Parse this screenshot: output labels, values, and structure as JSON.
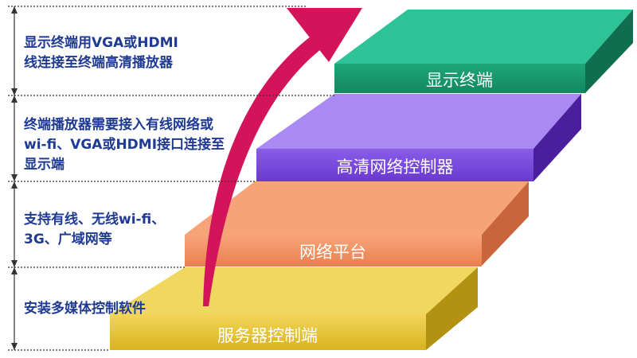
{
  "steps": [
    {
      "label": "服务器控制端",
      "color": "#e8c838"
    },
    {
      "label": "网络平台",
      "color": "#f49a6c"
    },
    {
      "label": "高清网络控制器",
      "color": "#a07ef0"
    },
    {
      "label": "显示终端",
      "color": "#22b88a"
    }
  ],
  "descriptions": [
    {
      "lines": [
        "显示终端用VGA或HDMI",
        "线连接至终端高清播放器"
      ]
    },
    {
      "lines": [
        "终端播放器需要接入有线网络或",
        "wi-fi、VGA或HDMI接口连接至",
        "显示端"
      ]
    },
    {
      "lines": [
        "支持有线、无线wi-fi、",
        "3G、广域网等"
      ]
    },
    {
      "lines": [
        "安装多媒体控制软件"
      ]
    }
  ],
  "colors": {
    "arrow": "#d4145a",
    "text": "#1f3a93",
    "bracket": "#333333"
  }
}
